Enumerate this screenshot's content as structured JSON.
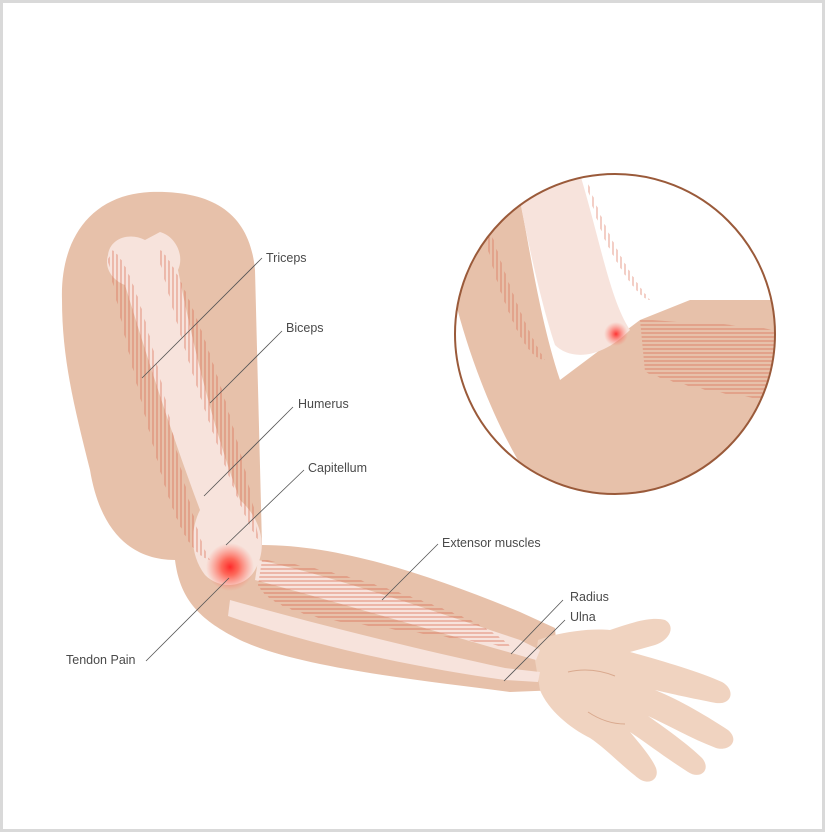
{
  "labels": {
    "triceps": "Triceps",
    "biceps": "Biceps",
    "humerus": "Humerus",
    "capitellum": "Capitellum",
    "extensor": "Extensor muscles",
    "radius": "Radius",
    "ulna": "Ulna",
    "tendon_pain": "Tendon Pain"
  },
  "colors": {
    "skin": "#e7c1aa",
    "skin_dark": "#d9a98e",
    "bone": "#f7e3dc",
    "muscle": "#d9664a",
    "pain": "#ff2a2a",
    "zoom_ring": "#9a5a3a",
    "leader_line": "#555555",
    "frame": "#d9d9d9"
  }
}
